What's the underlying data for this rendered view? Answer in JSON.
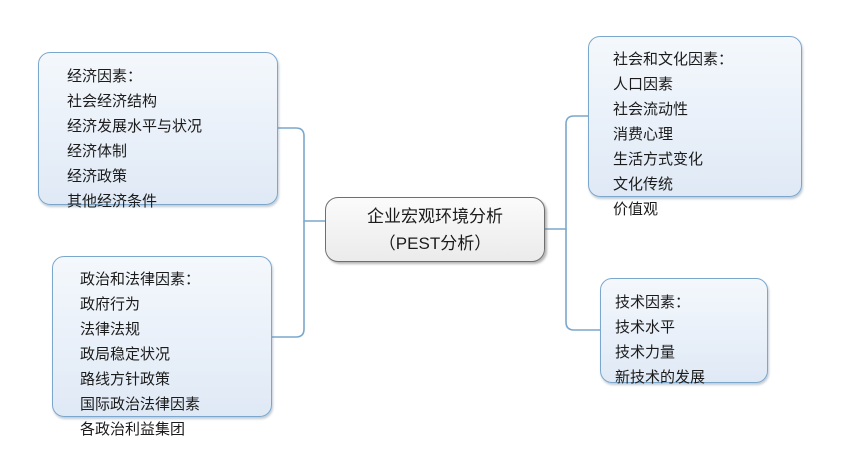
{
  "diagram": {
    "title": "企业宏观环境分析（PEST分析）",
    "type": "mind-map",
    "colors": {
      "node_border": "#7ba7cc",
      "node_fill_top": "#f4f8fc",
      "node_fill_bottom": "#dfe9f5",
      "center_border": "#6f6f6f",
      "center_fill_top": "#fbfbfb",
      "center_fill_bottom": "#ebebeb",
      "connector": "#7ba7cc",
      "text": "#1b1b1b"
    },
    "center": {
      "line1": "企业宏观环境分析",
      "line2": "（PEST分析）"
    },
    "branches": [
      {
        "id": "economic",
        "side": "left",
        "heading": "经济因素：",
        "items": [
          "社会经济结构",
          "经济发展水平与状况",
          "经济体制",
          "经济政策",
          "其他经济条件"
        ],
        "text": "经济因素：\n社会经济结构\n经济发展水平与状况\n经济体制\n经济政策\n其他经济条件"
      },
      {
        "id": "political",
        "side": "left",
        "heading": "政治和法律因素：",
        "items": [
          "政府行为",
          "法律法规",
          "政局稳定状况",
          "路线方针政策",
          "国际政治法律因素",
          "各政治利益集团"
        ],
        "text": "政治和法律因素：\n政府行为\n法律法规\n政局稳定状况\n路线方针政策\n国际政治法律因素\n各政治利益集团"
      },
      {
        "id": "social",
        "side": "right",
        "heading": "社会和文化因素：",
        "items": [
          "人口因素",
          "社会流动性",
          "消费心理",
          "生活方式变化",
          "文化传统",
          "价值观"
        ],
        "text": "社会和文化因素：\n人口因素\n社会流动性\n消费心理\n生活方式变化\n文化传统\n价值观"
      },
      {
        "id": "technology",
        "side": "right",
        "heading": "技术因素：",
        "items": [
          "技术水平",
          "技术力量",
          "新技术的发展"
        ],
        "text": "技术因素：\n技术水平\n技术力量\n新技术的发展"
      }
    ]
  }
}
